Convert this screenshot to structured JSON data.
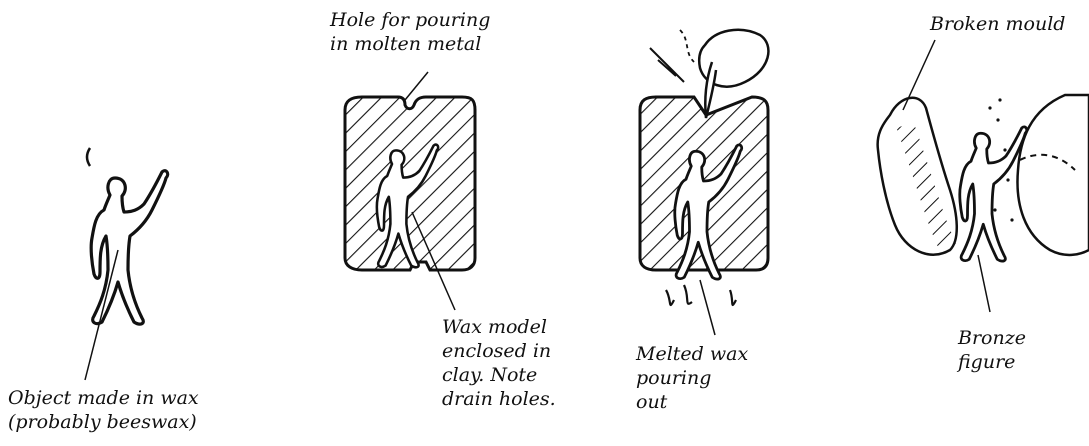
{
  "labels": {
    "hole": [
      "Hole for pouring",
      "in molten metal"
    ],
    "broken_mould": [
      "Broken mould"
    ],
    "object_wax": [
      "Object made in wax",
      "(probably beeswax)"
    ],
    "wax_model": [
      "Wax model",
      "enclosed in",
      "clay. Note",
      "drain holes."
    ],
    "melted_wax": [
      "Melted wax",
      "pouring",
      "out"
    ],
    "bronze": [
      "Bronze",
      "figure"
    ]
  },
  "colors": {
    "ink": "#111111",
    "background": "#ffffff"
  }
}
